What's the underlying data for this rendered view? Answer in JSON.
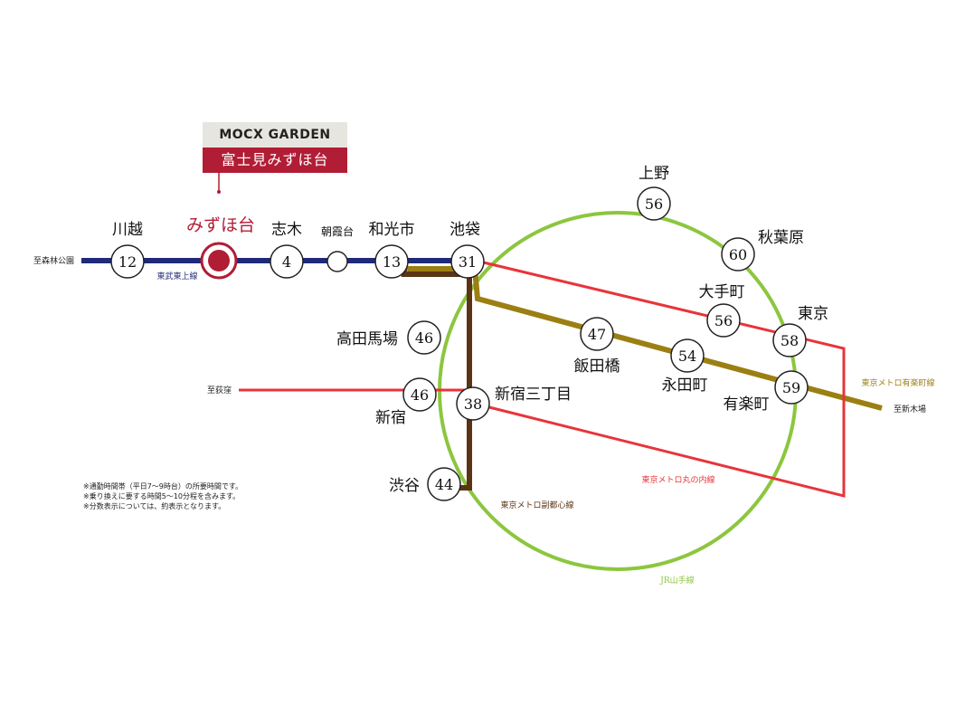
{
  "brand": {
    "logo": "MOCX GARDEN",
    "property": "富士見みずほ台"
  },
  "colors": {
    "tobu_tojo": "#1f2a78",
    "yamanote": "#8cc63f",
    "marunouchi": "#e8343a",
    "yurakucho": "#9c7f12",
    "fukutoshin": "#5a3414",
    "brand": "#b11d35"
  },
  "stations": {
    "kawagoe": {
      "name": "川越",
      "time": "12"
    },
    "mizuhodai": {
      "name": "みずほ台"
    },
    "shiki": {
      "name": "志木",
      "time": "4"
    },
    "asakadai": {
      "name": "朝霞台"
    },
    "wakoshi": {
      "name": "和光市",
      "time": "13"
    },
    "ikebukuro": {
      "name": "池袋",
      "time": "31"
    },
    "ueno": {
      "name": "上野",
      "time": "56"
    },
    "akihabara": {
      "name": "秋葉原",
      "time": "60"
    },
    "otemachi": {
      "name": "大手町",
      "time": "56"
    },
    "tokyo": {
      "name": "東京",
      "time": "58"
    },
    "takadanobaba": {
      "name": "高田馬場",
      "time": "46"
    },
    "iidabashi": {
      "name": "飯田橋",
      "time": "47"
    },
    "nagatacho": {
      "name": "永田町",
      "time": "54"
    },
    "yurakucho": {
      "name": "有楽町",
      "time": "59"
    },
    "shinjuku": {
      "name": "新宿",
      "time": "46"
    },
    "shinjuku_sanchome": {
      "name": "新宿三丁目",
      "time": "38"
    },
    "shibuya": {
      "name": "渋谷",
      "time": "44"
    }
  },
  "line_labels": {
    "tobu_tojo": "東武東上線",
    "yurakucho": "東京メトロ有楽町線",
    "marunouchi": "東京メトロ丸の内線",
    "fukutoshin": "東京メトロ副都心線",
    "yamanote": "JR山手線"
  },
  "destinations": {
    "shinrinkoen": "至森林公園",
    "ogikubo": "至荻窪",
    "shinkiba": "至新木場"
  },
  "notes": [
    "※通勤時間帯（平日7～9時台）の所要時間です。",
    "※乗り換えに要する時間5～10分程を含みます。",
    "※分数表示については、約表示となります。"
  ]
}
